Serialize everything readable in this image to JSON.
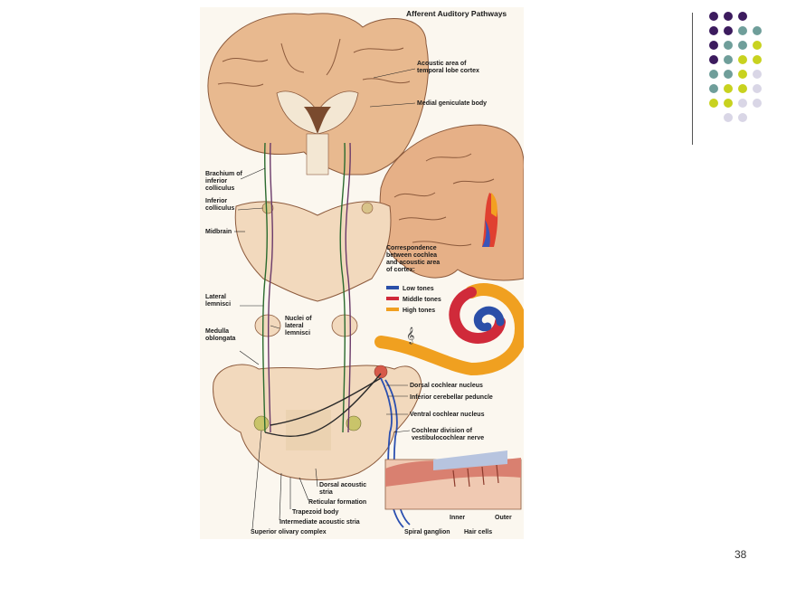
{
  "figure": {
    "title": "Afferent Auditory Pathways",
    "labels": {
      "acoustic_area": [
        "Acoustic area of",
        "temporal lobe cortex"
      ],
      "medial_geniculate": "Medial geniculate body",
      "brachium": [
        "Brachium of",
        "inferior",
        "colliculus"
      ],
      "inferior_colliculus": [
        "Inferior",
        "colliculus"
      ],
      "midbrain": "Midbrain",
      "lateral_lemnisci": [
        "Lateral",
        "lemnisci"
      ],
      "nuclei_lateral_lemnisci": [
        "Nuclei of",
        "lateral",
        "lemnisci"
      ],
      "medulla": [
        "Medulla",
        "oblongata"
      ],
      "correspondence": [
        "Correspondence",
        "between cochlea",
        "and acoustic area",
        "of cortex:"
      ],
      "low_tones": "Low tones",
      "middle_tones": "Middle tones",
      "high_tones": "High tones",
      "dorsal_cochlear": "Dorsal cochlear nucleus",
      "inferior_cerebellar": "Inferior cerebellar peduncle",
      "ventral_cochlear": "Ventral cochlear nucleus",
      "cochlear_division": [
        "Cochlear division of",
        "vestibulocochlear nerve"
      ],
      "dorsal_acoustic": [
        "Dorsal acoustic",
        "stria"
      ],
      "reticular": "Reticular formation",
      "trapezoid": "Trapezoid body",
      "intermediate": "Intermediate acoustic stria",
      "superior_olivary": "Superior olivary complex",
      "spiral_ganglion": "Spiral ganglion",
      "inner": "Inner",
      "outer": "Outer",
      "hair_cells": "Hair cells"
    },
    "legend_colors": {
      "low": "#2b4fa8",
      "middle": "#d02a3a",
      "high": "#f0a020"
    }
  },
  "page_number": "38",
  "theme": {
    "dot_colors": [
      "#3c1b5e",
      "#6f9e9a",
      "#c8d21f",
      "#d9d6e6"
    ]
  }
}
